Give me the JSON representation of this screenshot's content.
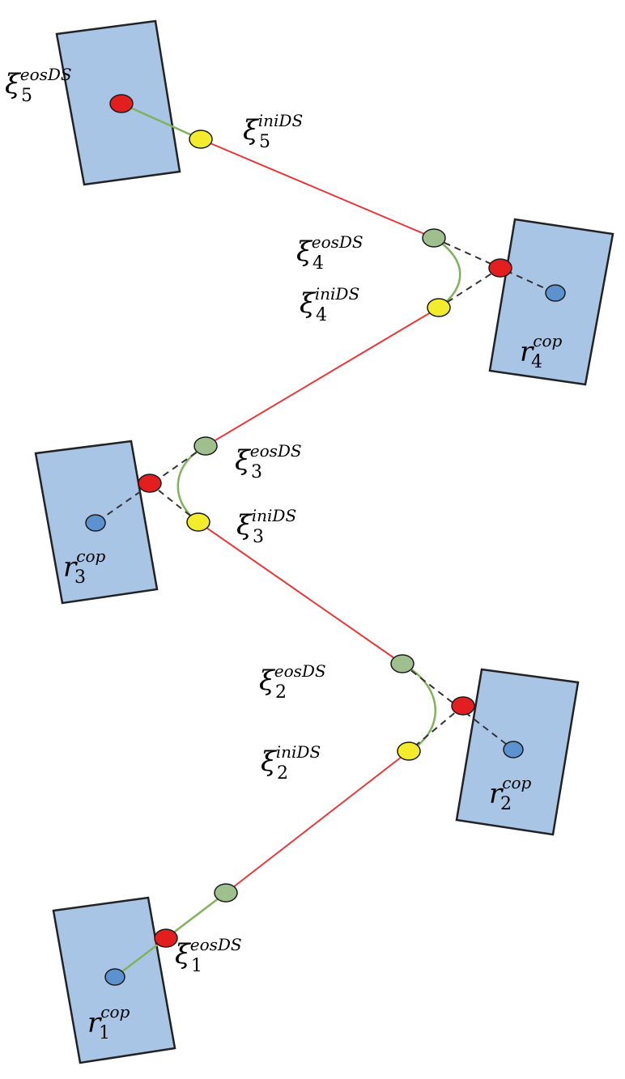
{
  "colors": {
    "foot_fill": "#a9c5e6",
    "foot_stroke": "#222222",
    "red_line": "#e8393a",
    "green_curve": "#7fb25a",
    "dashed": "#333333",
    "cop_dot": "#5b92cf",
    "eos_dot": "#e31e1e",
    "ini_dot": "#f2ec2c",
    "via_dot": "#9fbf8f"
  },
  "labels": [
    {
      "base": "ξ",
      "sup": "eosDS",
      "sub": "5"
    },
    {
      "base": "ξ",
      "sup": "iniDS",
      "sub": "5"
    },
    {
      "base": "ξ",
      "sup": "eosDS",
      "sub": "4"
    },
    {
      "base": "ξ",
      "sup": "iniDS",
      "sub": "4"
    },
    {
      "base": "r",
      "sup": "cop",
      "sub": "4"
    },
    {
      "base": "ξ",
      "sup": "eosDS",
      "sub": "3"
    },
    {
      "base": "ξ",
      "sup": "iniDS",
      "sub": "3"
    },
    {
      "base": "r",
      "sup": "cop",
      "sub": "3"
    },
    {
      "base": "ξ",
      "sup": "eosDS",
      "sub": "2"
    },
    {
      "base": "ξ",
      "sup": "iniDS",
      "sub": "2"
    },
    {
      "base": "r",
      "sup": "cop",
      "sub": "2"
    },
    {
      "base": "ξ",
      "sup": "eosDS",
      "sub": "1"
    },
    {
      "base": "r",
      "sup": "cop",
      "sub": "1"
    }
  ]
}
